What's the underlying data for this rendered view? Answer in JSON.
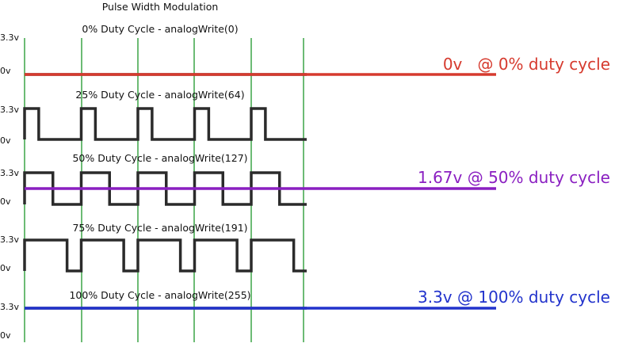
{
  "title": "Pulse Width Modulation",
  "colors": {
    "marker": "#2e9e3a",
    "wave": "#2b2b2b",
    "zero": "#d63a2e",
    "half": "#8a1fc1",
    "full": "#2233cc"
  },
  "panels": [
    {
      "label": "0% Duty Cycle - analogWrite(0)",
      "duty": 0,
      "high": "3.3v",
      "low": "0v"
    },
    {
      "label": "25% Duty Cycle - analogWrite(64)",
      "duty": 0.25,
      "high": "3.3v",
      "low": "0v"
    },
    {
      "label": "50% Duty Cycle - analogWrite(127)",
      "duty": 0.5,
      "high": "3.3v",
      "low": "0v"
    },
    {
      "label": "75% Duty Cycle - analogWrite(191)",
      "duty": 0.75,
      "high": "3.3v",
      "low": "0v"
    },
    {
      "label": "100% Duty Cycle - analogWrite(255)",
      "duty": 1,
      "high": "3.3v",
      "low": "0v"
    }
  ],
  "averages": [
    {
      "text": "0v   @ 0% duty cycle",
      "panel": 0,
      "level": 0,
      "color_key": "zero"
    },
    {
      "text": "1.67v @ 50% duty cycle",
      "panel": 2,
      "level": 0.5,
      "color_key": "half"
    },
    {
      "text": "3.3v @ 100% duty cycle",
      "panel": 4,
      "level": 1,
      "color_key": "full"
    }
  ]
}
